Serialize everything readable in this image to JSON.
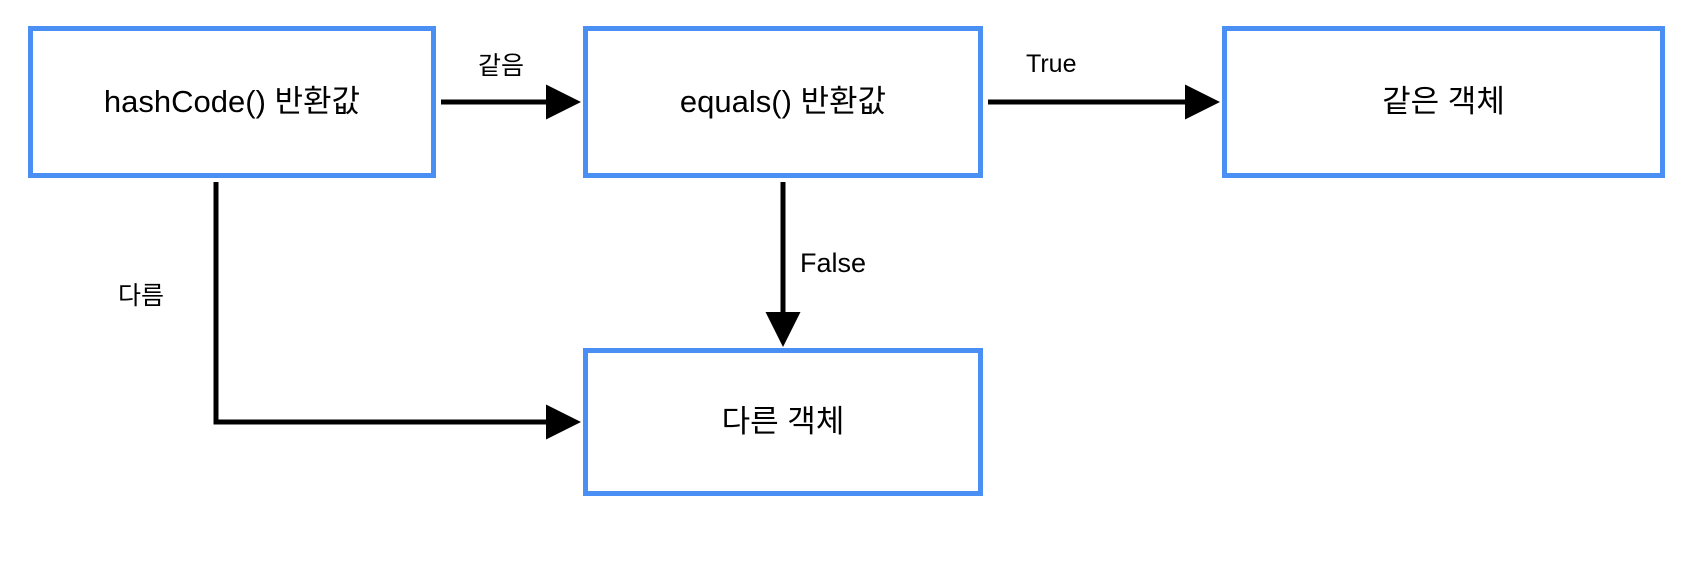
{
  "diagram": {
    "title": "hashCode() / equals() object equality flow",
    "background_color": "#ffffff",
    "node_border_color": "#4a90f4",
    "node_fill_color": "#ffffff",
    "edge_color": "#000000",
    "nodes": [
      {
        "id": "hashcode",
        "label": "hashCode() 반환값"
      },
      {
        "id": "equals",
        "label": "equals() 반환값"
      },
      {
        "id": "same",
        "label": "같은 객체"
      },
      {
        "id": "different",
        "label": "다른 객체"
      }
    ],
    "edges": [
      {
        "id": "hash-to-equals",
        "from": "hashcode",
        "to": "equals",
        "label": "같음"
      },
      {
        "id": "equals-to-same",
        "from": "equals",
        "to": "same",
        "label": "True"
      },
      {
        "id": "equals-to-different",
        "from": "equals",
        "to": "different",
        "label": "False"
      },
      {
        "id": "hash-to-different",
        "from": "hashcode",
        "to": "different",
        "label": "다름"
      }
    ]
  }
}
